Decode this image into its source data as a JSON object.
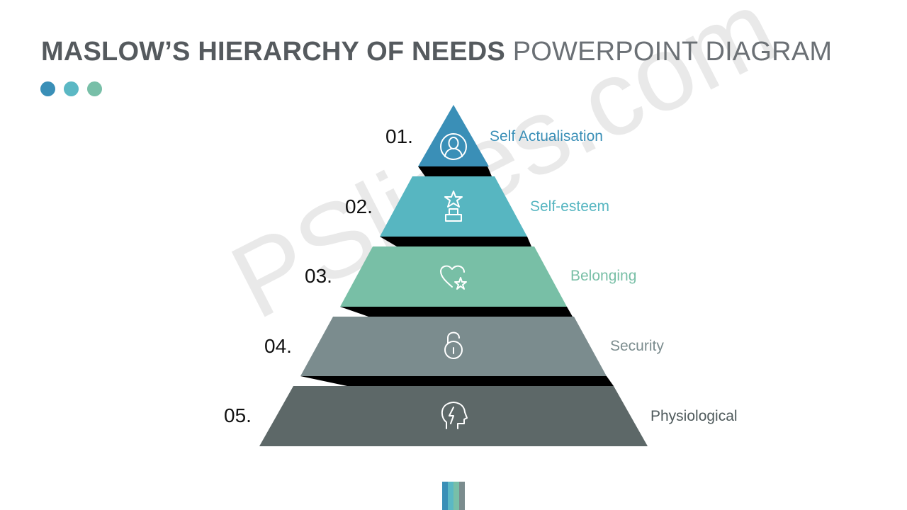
{
  "title": {
    "bold": "MASLOW’S HIERARCHY OF NEEDS",
    "light": " POWERPOINT DIAGRAM"
  },
  "watermark": "PSlides.com",
  "colors": {
    "dot1": "#3a8fb7",
    "dot2": "#5bb8c4",
    "dot3": "#78bfa8",
    "level1": "#3a8fb7",
    "level2": "#57b6c1",
    "level3": "#78bfa6",
    "level4": "#7b8c8e",
    "level5": "#5d6868"
  },
  "levels": [
    {
      "number": "01.",
      "label": "Self Actualisation",
      "icon": "person-in-circle-icon"
    },
    {
      "number": "02.",
      "label": "Self-esteem",
      "icon": "trophy-star-icon"
    },
    {
      "number": "03.",
      "label": "Belonging",
      "icon": "heart-star-icon"
    },
    {
      "number": "04.",
      "label": "Security",
      "icon": "padlock-icon"
    },
    {
      "number": "05.",
      "label": "Physiological",
      "icon": "head-lightning-icon"
    }
  ]
}
